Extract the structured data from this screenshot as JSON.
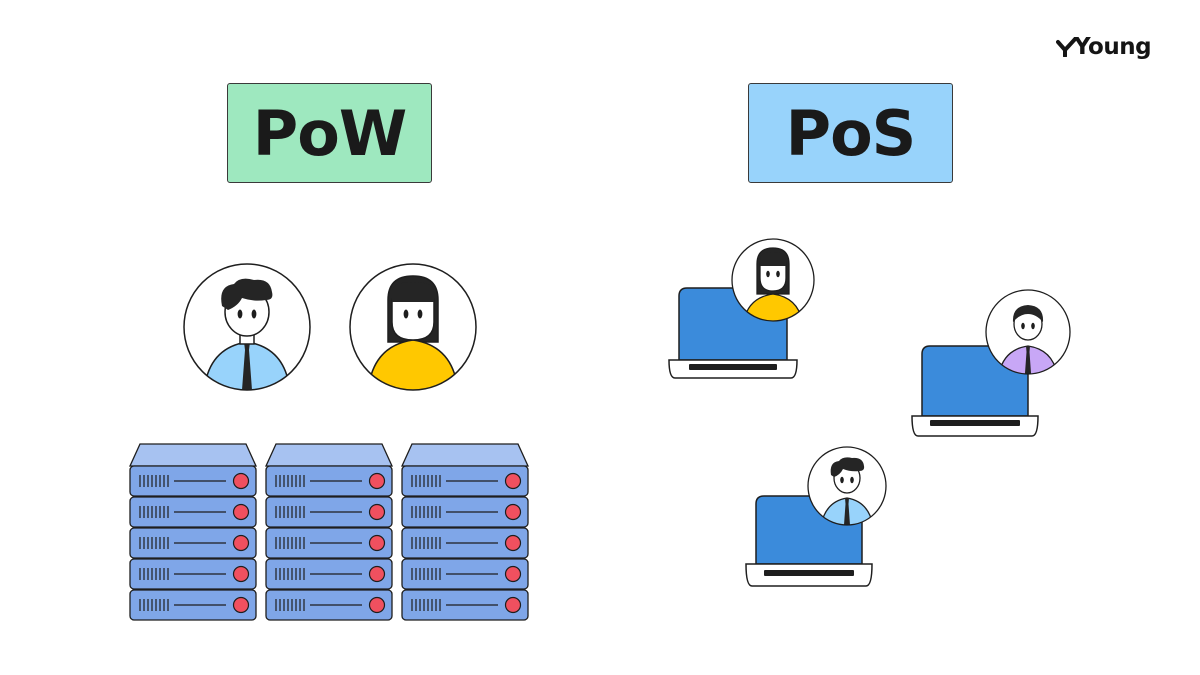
{
  "brand": {
    "name": "Young",
    "logo_mark": "checkmark-y-icon"
  },
  "pow": {
    "label": "PoW",
    "color": "#9ee8bf"
  },
  "pos": {
    "label": "PoS",
    "color": "#98d3fb"
  },
  "colors": {
    "outline": "#1e1e1e",
    "server_fill": "#7fa6e8",
    "server_top": "#a7c2f1",
    "server_led": "#f0505f",
    "laptop_screen": "#3b8bdb",
    "shirt_blue": "#98d3fb",
    "shirt_yellow": "#ffc800",
    "shirt_purple": "#c8a7f6",
    "hair": "#252525"
  },
  "icons": [
    "person-icon",
    "server-rack-icon",
    "laptop-icon"
  ]
}
